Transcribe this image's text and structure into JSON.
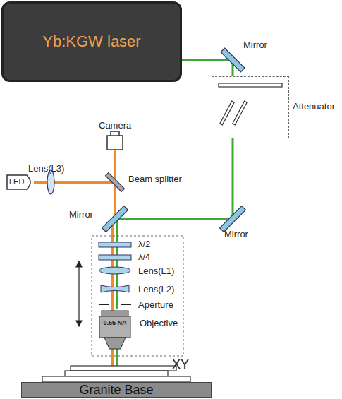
{
  "diagram": {
    "nodes": [
      {
        "text": [
          "Yb:KGW laser"
        ]
      },
      {
        "text": [
          "Attenuator"
        ]
      },
      {
        "text": [
          "0.55 NA",
          "Objective"
        ]
      },
      {
        "text": [
          "Granite Base"
        ]
      }
    ],
    "edges": [
      {
        "from": 0,
        "to": 1,
        "arrow": "none"
      },
      {
        "from": 1,
        "to": 2,
        "arrow": "none"
      }
    ],
    "labels": [
      "Mirror",
      "Camera",
      "Lens(L3)",
      "LED",
      "Beam splitter",
      "Mirror",
      "Mirror",
      "λ/2",
      "λ/4",
      "Lens(L1)",
      "Lens(L2)",
      "Aperture",
      "XY"
    ]
  }
}
